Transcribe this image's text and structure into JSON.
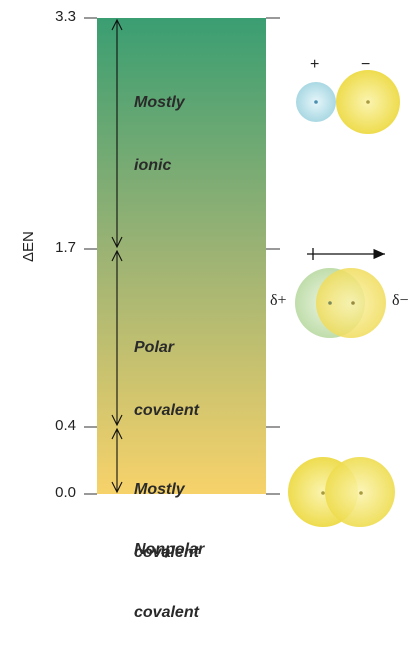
{
  "axis": {
    "title": "ΔEN",
    "ticks": [
      "3.3",
      "1.7",
      "0.4",
      "0.0"
    ]
  },
  "regions": [
    {
      "label_line1": "Mostly",
      "label_line2": "ionic"
    },
    {
      "label_line1": "Polar",
      "label_line2": "covalent"
    },
    {
      "label_line1": "Mostly",
      "label_line2": "covalent"
    },
    {
      "label_line1": "Nonpolar",
      "label_line2": "covalent"
    }
  ],
  "ionic_charges": {
    "left": "+",
    "right": "−"
  },
  "polar_charges": {
    "left": "δ+",
    "right": "δ−"
  },
  "colors": {
    "gradient_top": "#3a9e72",
    "gradient_mid": "#9db374",
    "gradient_bottom": "#f7d26a",
    "atom_blue": "#bfe3ea",
    "atom_yellow": "#f2e46a",
    "atom_green": "#cfe6bb"
  }
}
